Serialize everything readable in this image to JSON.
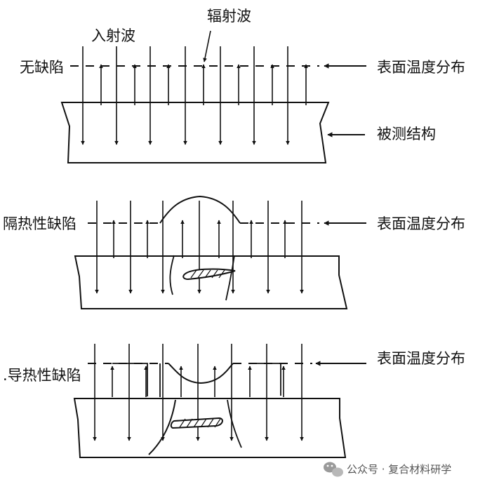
{
  "labels": {
    "incident_wave": "入射波",
    "radiation_wave": "辐射波",
    "no_defect": "无缺陷",
    "surface_temp_1": "表面温度分布",
    "tested_structure": "被测结构",
    "insulating_defect": "隔热性缺陷",
    "surface_temp_2": "表面温度分布",
    "conductive_defect": ".导热性缺陷",
    "surface_temp_3": "表面温度分布"
  },
  "watermark": {
    "text": "公众号 · 复合材料研学",
    "icon": "wechat-icon"
  },
  "colors": {
    "ink": "#111111",
    "watermark": "#888888"
  }
}
